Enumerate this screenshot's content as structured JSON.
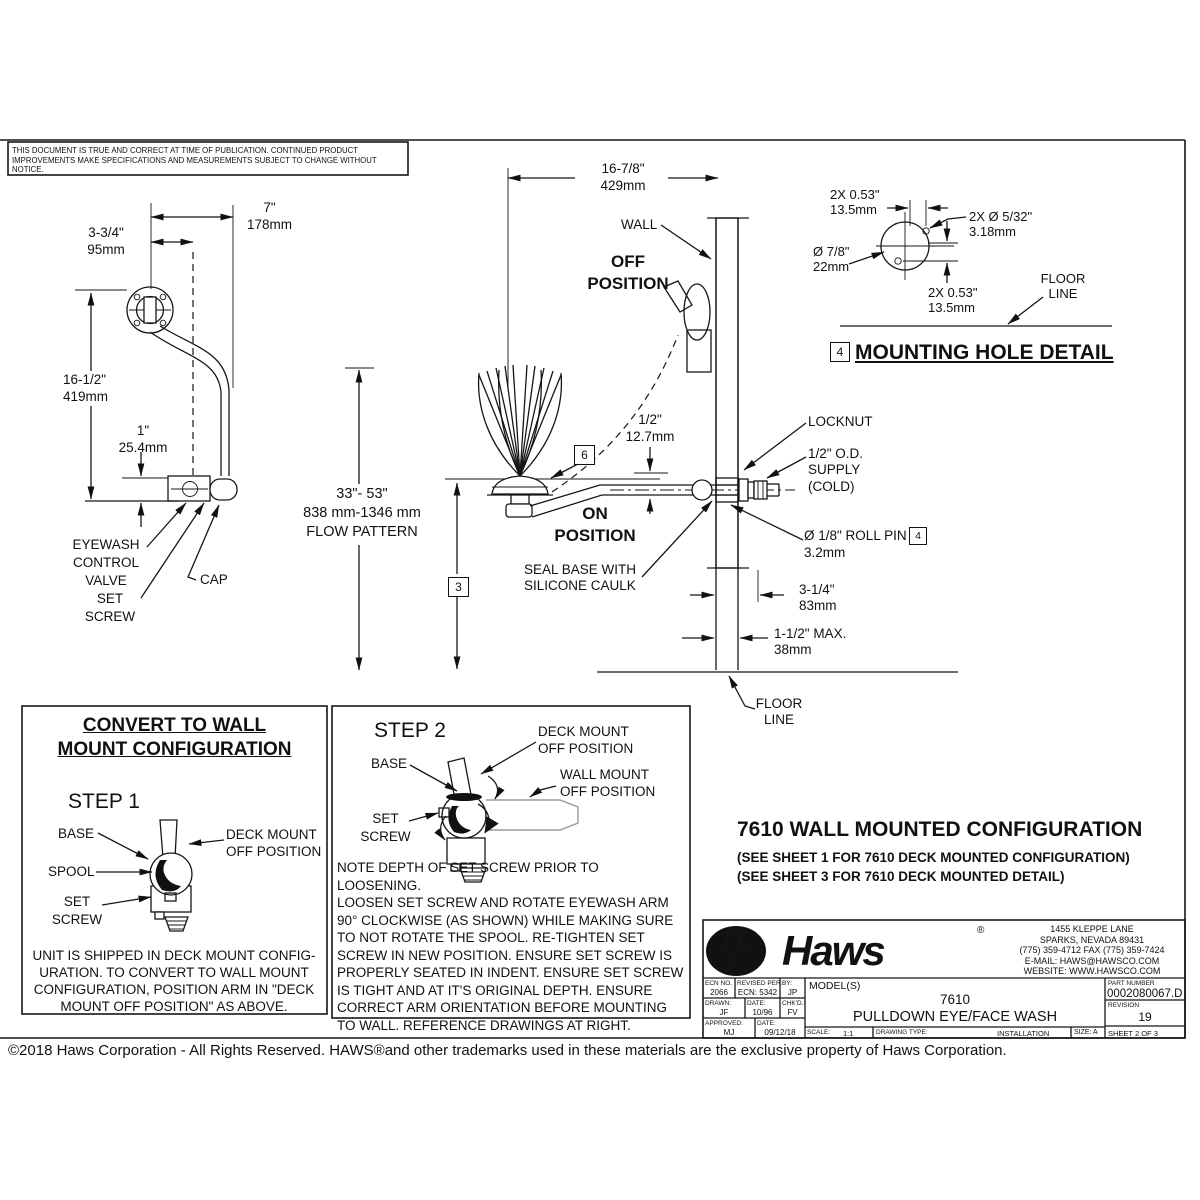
{
  "disclaimer": {
    "line1": "THIS DOCUMENT IS TRUE AND CORRECT AT TIME OF PUBLICATION. CONTINUED PRODUCT IMPROVEMENTS",
    "line2": "MAKE SPECIFICATIONS AND MEASUREMENTS SUBJECT TO CHANGE WITHOUT NOTICE."
  },
  "side_view": {
    "dim_width": "7\"\n178mm",
    "dim_offset": "3-3/4\"\n95mm",
    "dim_height": "16-1/2\"\n419mm",
    "dim_valve": "1\"\n25.4mm",
    "label_valve": "EYEWASH\nCONTROL\nVALVE",
    "label_cap": "CAP",
    "label_set_screw": "SET\nSCREW"
  },
  "front_view": {
    "dim_width": "16-7/8\"\n429mm",
    "label_wall": "WALL",
    "off_position": "OFF\nPOSITION",
    "on_position": "ON\nPOSITION",
    "flow_pattern": "33\"- 53\"\n838 mm-1346 mm\nFLOW PATTERN",
    "dim_half": "1/2\"\n12.7mm",
    "callout_6": "6",
    "callout_3": "3",
    "label_locknut": "LOCKNUT",
    "label_supply": "1/2\" O.D.\nSUPPLY\n(COLD)",
    "label_roll_pin": "Ø 1/8\" ROLL PIN",
    "callout_4": "4",
    "label_roll_pin_mm": "3.2mm",
    "label_seal": "SEAL BASE WITH\nSILICONE CAULK",
    "dim_3_14": "3-1/4\"\n83mm",
    "dim_1_12": "1-1/2\"  MAX.\n38mm",
    "label_floor": "FLOOR\nLINE"
  },
  "hole_detail": {
    "dim_top": "2X  0.53\"\n13.5mm",
    "dim_holes": "2X  Ø 5/32\"\n3.18mm",
    "dim_dia": "Ø 7/8\"\n22mm",
    "dim_bottom": "2X  0.53\"\n13.5mm",
    "label_floor": "FLOOR\nLINE",
    "callout_4": "4",
    "title": "MOUNTING HOLE DETAIL"
  },
  "convert_box": {
    "title": "CONVERT TO WALL\nMOUNT CONFIGURATION",
    "step1": "STEP 1",
    "label_base": "BASE",
    "label_spool": "SPOOL",
    "label_set_screw": "SET\nSCREW",
    "label_deck": "DECK MOUNT\nOFF POSITION",
    "note": "UNIT IS SHIPPED IN DECK MOUNT CONFIG-\nURATION. TO CONVERT TO WALL MOUNT\nCONFIGURATION, POSITION ARM IN \"DECK\nMOUNT OFF POSITION\" AS ABOVE."
  },
  "step2_box": {
    "step2": "STEP 2",
    "label_base": "BASE",
    "label_set_screw": "SET\nSCREW",
    "label_deck": "DECK MOUNT\nOFF POSITION",
    "label_wall": "WALL MOUNT\nOFF POSITION",
    "note": "NOTE DEPTH OF SET SCREW PRIOR TO LOOSENING.\nLOOSEN SET SCREW AND ROTATE EYEWASH ARM\n90° CLOCKWISE (AS SHOWN) WHILE MAKING SURE\nTO NOT ROTATE THE SPOOL. RE-TIGHTEN SET\nSCREW IN NEW POSITION. ENSURE SET SCREW IS\nPROPERLY SEATED IN INDENT. ENSURE SET SCREW\nIS TIGHT AND AT IT'S ORIGINAL DEPTH. ENSURE\nCORRECT ARM ORIENTATION BEFORE MOUNTING\nTO WALL. REFERENCE DRAWINGS AT RIGHT."
  },
  "config_heading": {
    "title": "7610 WALL MOUNTED CONFIGURATION",
    "sub1": "(SEE SHEET 1 FOR 7610 DECK MOUNTED CONFIGURATION)",
    "sub2": "(SEE SHEET 3 FOR 7610 DECK MOUNTED DETAIL)"
  },
  "title_block": {
    "logo": "Haws",
    "reg": "®",
    "address": "1455 KLEPPE LANE\nSPARKS, NEVADA  89431\n(775) 359-4712  FAX (775) 359-7424\nE-MAIL:  HAWS@HAWSCO.COM\nWEBSITE: WWW.HAWSCO.COM",
    "ecn_no_label": "ECN NO.",
    "ecn_no": "2066",
    "revised_label": "REVISED PER:",
    "revised": "ECN: 5342",
    "by_label": "BY:",
    "by": "JP",
    "drawn_label": "DRAWN:",
    "drawn": "JF",
    "date1_label": "DATE:",
    "date1": "10/96",
    "chkd_label": "CHK'D.:",
    "chkd": "FV",
    "approved_label": "APPROVED:",
    "approved": "MJ",
    "date2_label": "DATE:",
    "date2": "09/12/18",
    "models_label": "MODEL(S)",
    "model": "7610",
    "model_name": "PULLDOWN EYE/FACE WASH",
    "scale_label": "SCALE:",
    "scale": "1:1",
    "type_label": "DRAWING TYPE:",
    "type": "INSTALLATION",
    "size_label": "SIZE:  A",
    "part_label": "PART NUMBER",
    "part": "0002080067.D",
    "rev_label": "REVISION",
    "rev": "19",
    "sheet": "SHEET  2  OF  3"
  },
  "footer": {
    "copyright": "©2018 Haws Corporation - All Rights Reserved.  HAWS®and other trademarks used in these materials are the exclusive property of Haws Corporation."
  }
}
